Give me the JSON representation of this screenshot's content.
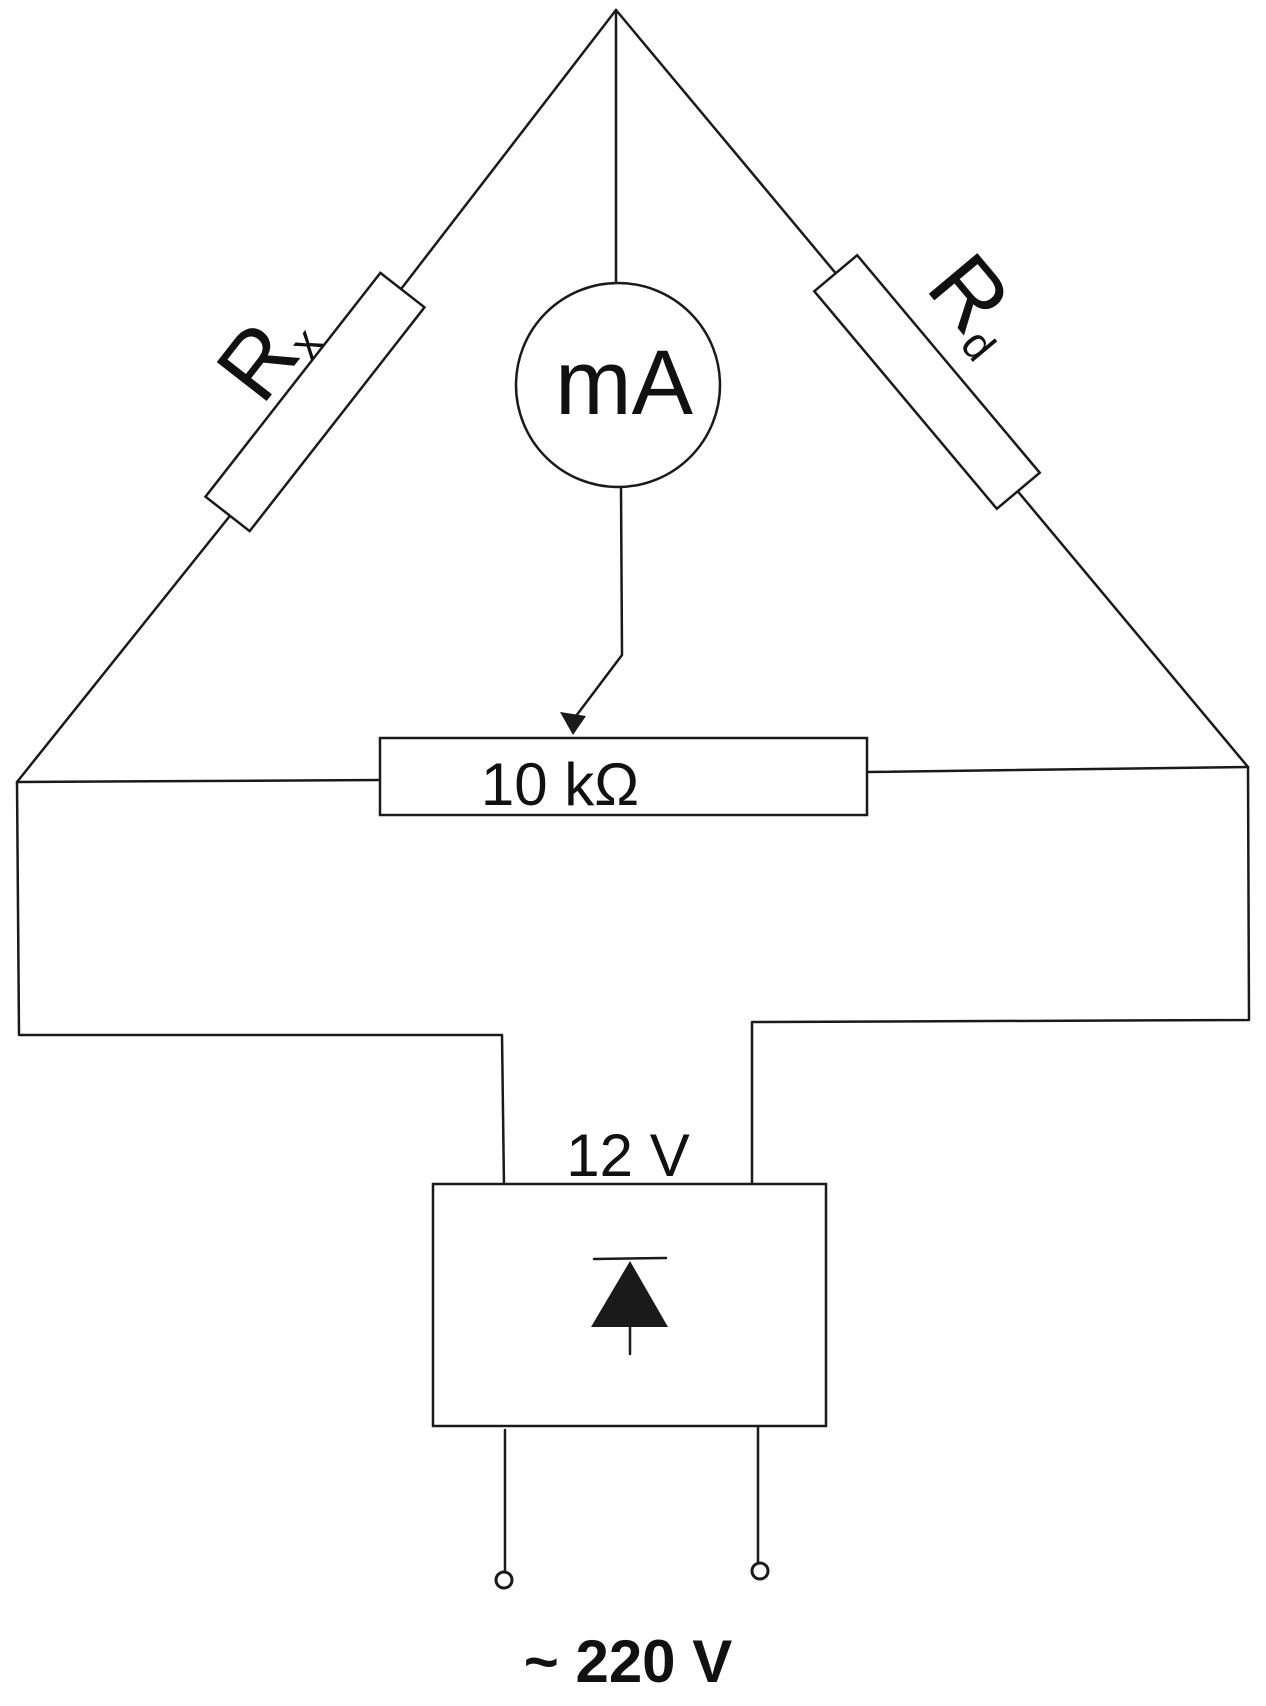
{
  "labels": {
    "rx_main": "R",
    "rx_sub": "x",
    "rd_main": "R",
    "rd_sub": "d",
    "meter": "mA",
    "potentiometer": "10 kΩ",
    "supply_dc": "12 V",
    "mains": "~ 220 V"
  },
  "colors": {
    "ink": "#1a1a1a",
    "paper": "#ffffff"
  },
  "icons": {
    "rectifier": "diode-icon",
    "terminals": "terminal-icon"
  }
}
